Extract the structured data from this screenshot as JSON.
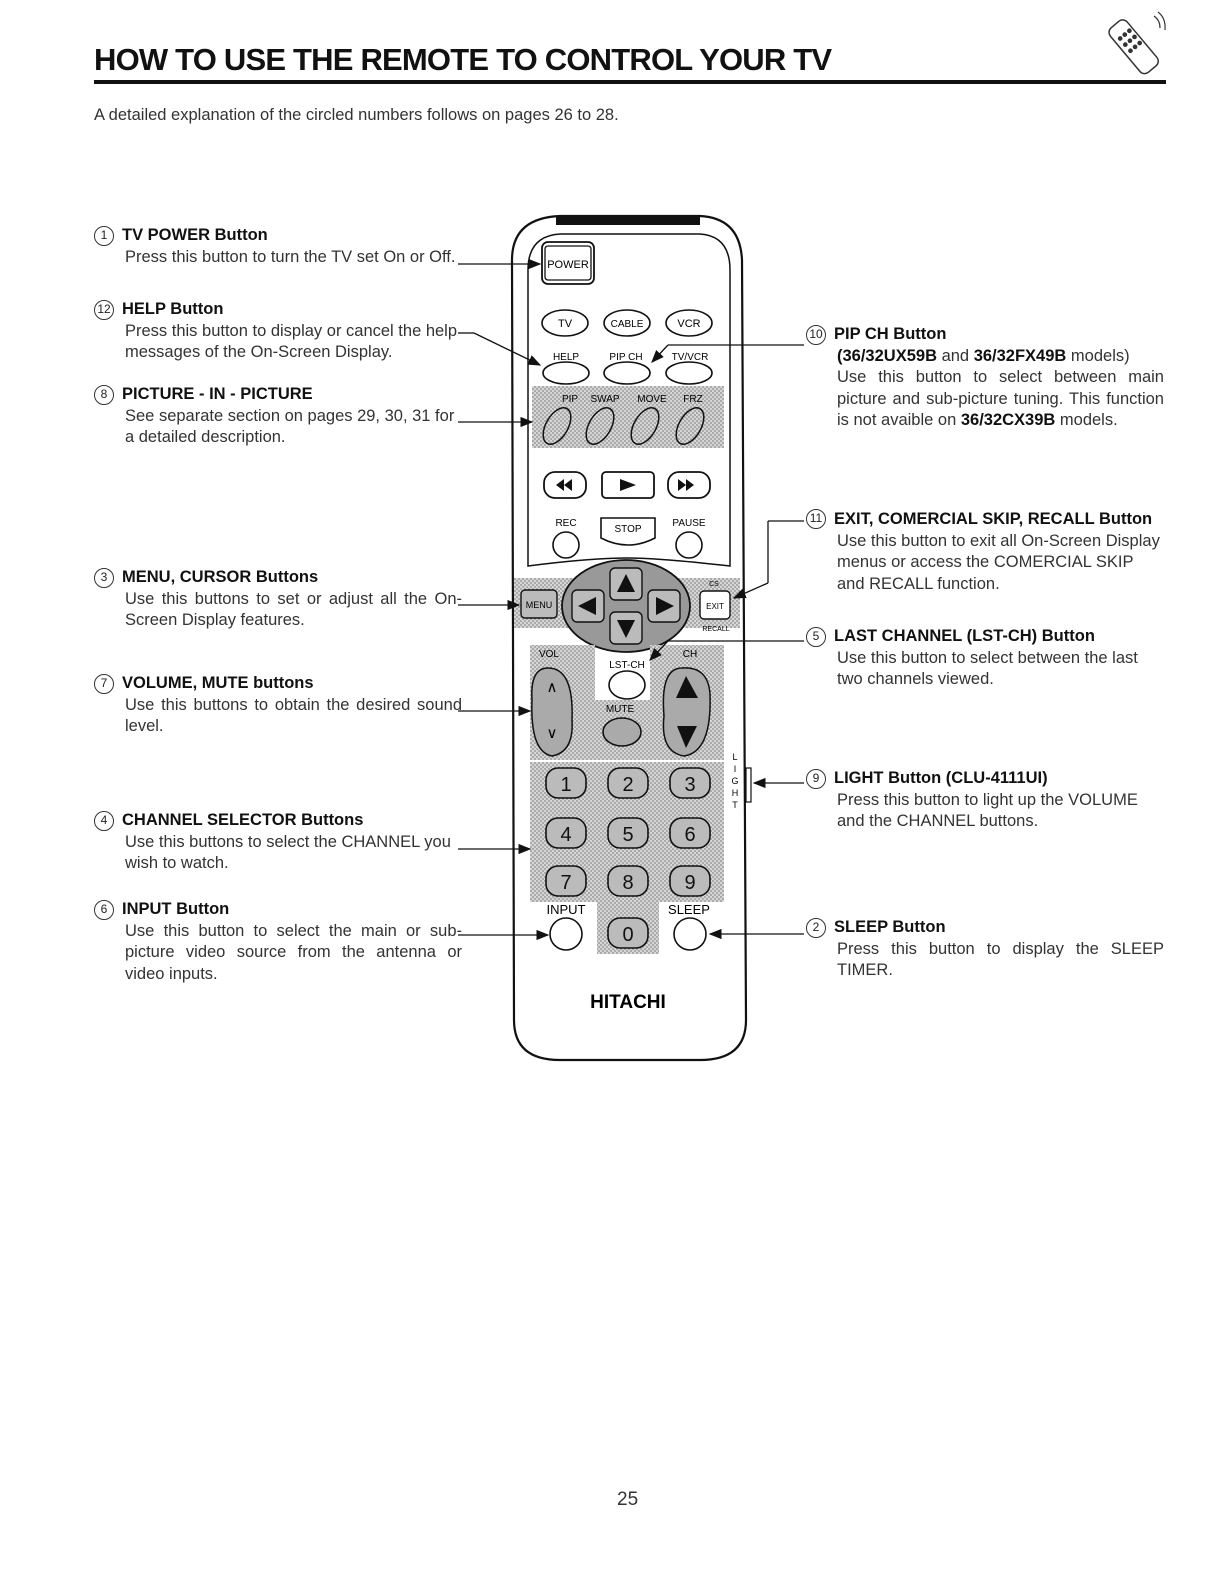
{
  "header": {
    "title": "HOW TO USE THE REMOTE TO CONTROL YOUR TV",
    "intro": "A detailed explanation of the circled numbers follows on pages 26  to 28."
  },
  "items_left": [
    {
      "num": "1",
      "title": "TV POWER Button",
      "body": "Press this button to turn the TV set On or Off."
    },
    {
      "num": "12",
      "title": "HELP Button",
      "body": "Press this button to display or cancel the help messages of the On-Screen Display."
    },
    {
      "num": "8",
      "title": "PICTURE - IN - PICTURE",
      "body": "See separate section on pages 29, 30, 31 for a detailed description."
    },
    {
      "num": "3",
      "title": "MENU, CURSOR Buttons",
      "body": "Use this buttons to set or adjust all the On-Screen Display features."
    },
    {
      "num": "7",
      "title": "VOLUME, MUTE buttons",
      "body": "Use this buttons to obtain the desired sound level."
    },
    {
      "num": "4",
      "title": "CHANNEL SELECTOR Buttons",
      "body": "Use this buttons to select the CHANNEL you wish to watch."
    },
    {
      "num": "6",
      "title": "INPUT Button",
      "body": "Use this button to select the main or sub-picture video source from the antenna or video inputs."
    }
  ],
  "items_right": [
    {
      "num": "10",
      "title": "PIP CH Button",
      "models": "36/32UX59B",
      "and": " and ",
      "models2": "36/32FX49B",
      "models_suffix": " models)",
      "models_prefix": "(",
      "body": "Use this button to select between main picture and sub-picture tuning. This function is not avaible on ",
      "body_bold": "36/32CX39B",
      "body_end": " models."
    },
    {
      "num": "11",
      "title": "EXIT, COMERCIAL SKIP, RECALL Button",
      "body": "Use this button to exit all On-Screen Display menus or access the COMERCIAL SKIP and RECALL function."
    },
    {
      "num": "5",
      "title": "LAST CHANNEL (LST-CH) Button",
      "body": "Use this button to select between the last two channels viewed."
    },
    {
      "num": "9",
      "title": "LIGHT Button (CLU-4111UI)",
      "body": "Press this button to light up the VOLUME and the CHANNEL buttons."
    },
    {
      "num": "2",
      "title": "SLEEP Button",
      "body": "Press this button to display the SLEEP TIMER."
    }
  ],
  "remote": {
    "power": "POWER",
    "tv": "TV",
    "cable": "CABLE",
    "vcr": "VCR",
    "help": "HELP",
    "pip_ch": "PIP CH",
    "tv_vcr": "TV/VCR",
    "pip": "PIP",
    "swap": "SWAP",
    "move": "MOVE",
    "frz": "FRZ",
    "rec": "REC",
    "stop": "STOP",
    "pause": "PAUSE",
    "menu": "MENU",
    "cs": "CS",
    "exit": "EXIT",
    "recall": "RECALL",
    "vol": "VOL",
    "lst_ch": "LST-CH",
    "ch": "CH",
    "mute": "MUTE",
    "light": [
      "L",
      "I",
      "G",
      "H",
      "T"
    ],
    "digits": [
      "1",
      "2",
      "3",
      "4",
      "5",
      "6",
      "7",
      "8",
      "9",
      "0"
    ],
    "input": "INPUT",
    "sleep": "SLEEP",
    "brand": "HITACHI"
  },
  "footer": {
    "page_number": "25"
  }
}
